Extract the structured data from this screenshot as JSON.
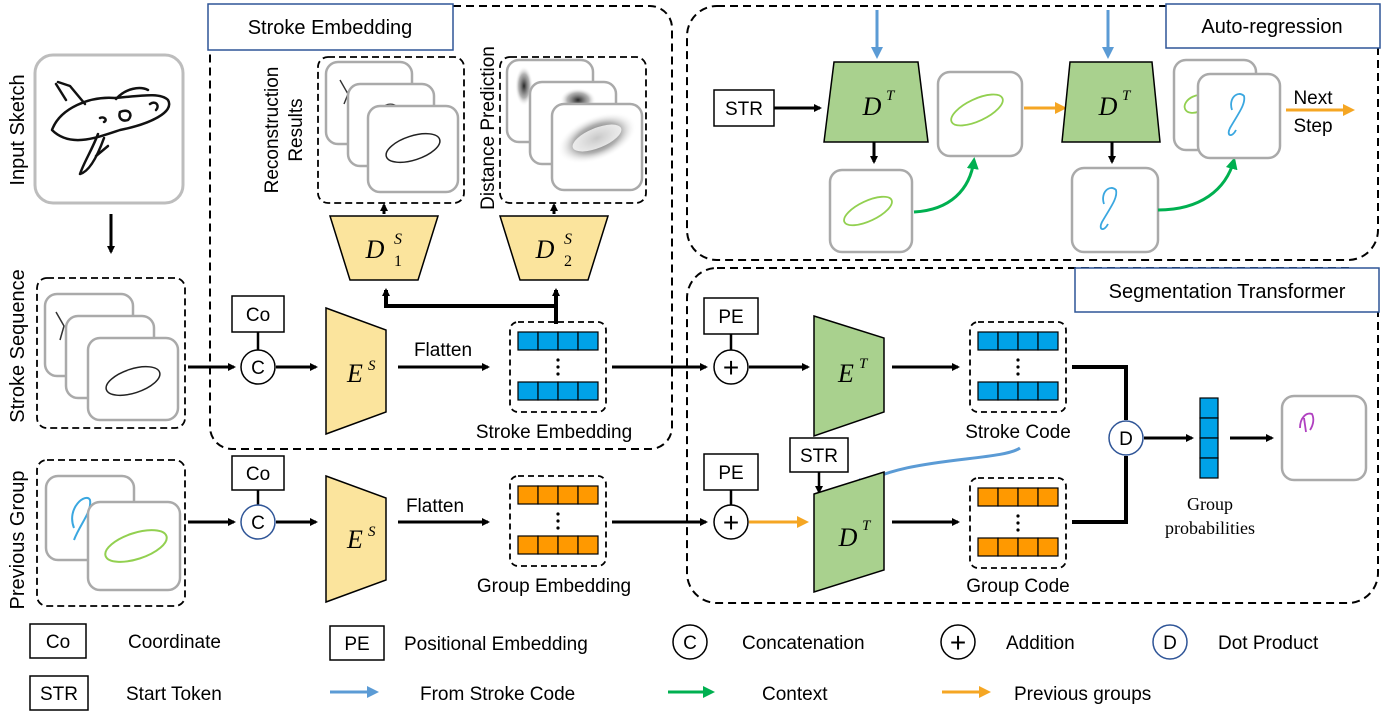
{
  "title_boxes": {
    "stroke_embedding": "Stroke Embedding",
    "auto_regression": "Auto-regression",
    "segmentation_transformer": "Segmentation Transformer"
  },
  "left_column": {
    "input_sketch": "Input Sketch",
    "stroke_sequence": "Stroke Sequence",
    "previous_group": "Previous Group"
  },
  "stroke_embedding_panel": {
    "reconstruction_label_line1": "Reconstruction",
    "reconstruction_label_line2": "Results",
    "distance_label": "Distance Prediction",
    "flatten_top": "Flatten",
    "flatten_bottom": "Flatten",
    "stroke_embedding_caption": "Stroke Embedding",
    "group_embedding_caption": "Group Embedding"
  },
  "math": {
    "decoder_base": "D",
    "decoder_sup_s": "S",
    "decoder_sub_1": "1",
    "decoder_sub_2": "2",
    "encoder_base": "E",
    "encoder_sup": "S",
    "transformer_sup": "T"
  },
  "tokens": {
    "co": "Co",
    "pe": "PE",
    "str": "STR",
    "concat": "C",
    "plus": "+",
    "dot": "D"
  },
  "auto_regression_panel": {
    "next_step_line1": "Next",
    "next_step_line2": "Step"
  },
  "segmentation_panel": {
    "stroke_code": "Stroke Code",
    "group_code": "Group Code",
    "group_probabilities_line1": "Group",
    "group_probabilities_line2": "probabilities"
  },
  "legend": {
    "co_key": "Co",
    "co_desc": "Coordinate",
    "pe_key": "PE",
    "pe_desc": "Positional Embedding",
    "c_key": "C",
    "c_desc": "Concatenation",
    "plus_key": "+",
    "plus_desc": "Addition",
    "d_key": "D",
    "d_desc": "Dot Product",
    "str_key": "STR",
    "str_desc": "Start Token",
    "blue_desc": "From Stroke Code",
    "green_desc": "Context",
    "orange_desc": "Previous groups"
  },
  "colors": {
    "encoder_fill": "#fbe49d",
    "transformer_fill": "#a9d18e",
    "blue_cell": "#00a2e8",
    "orange_cell": "#ff9900",
    "blue_arrow": "#5b9bd5",
    "green_arrow": "#00b050",
    "orange_arrow": "#f5a623",
    "title_border": "#2f5597",
    "stroke_green": "#92d050",
    "stroke_blue": "#3aa7e0",
    "stroke_purple": "#b040c0"
  }
}
